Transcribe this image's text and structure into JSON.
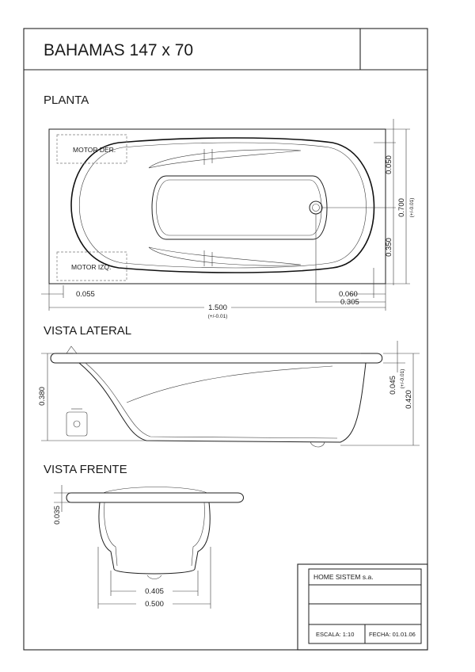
{
  "title": "BAHAMAS 147 x 70",
  "views": {
    "planta": "PLANTA",
    "lateral": "VISTA LATERAL",
    "frente": "VISTA FRENTE"
  },
  "planta": {
    "motor_right": "MOTOR DER.",
    "motor_left": "MOTOR IZQ.",
    "dims": {
      "d_0050": "0.050",
      "d_0700": "0.700",
      "d_0700_tol": "(+/-0.01)",
      "d_0350": "0.350",
      "d_0055": "0.055",
      "d_0060": "0.060",
      "d_0305": "0.305",
      "d_1500": "1.500",
      "d_1500_tol": "(+/-0.01)"
    }
  },
  "lateral": {
    "dims": {
      "d_0380": "0.380",
      "d_0045": "0.045",
      "d_0045_tol": "(+/-0.01)",
      "d_0420": "0.420"
    }
  },
  "frente": {
    "dims": {
      "d_0035": "0.035",
      "d_0405": "0.405",
      "d_0500": "0.500"
    }
  },
  "title_block": {
    "company": "HOME SISTEM s.a.",
    "scale": "ESCALA: 1:10",
    "date": "FECHA: 01.01.06"
  }
}
